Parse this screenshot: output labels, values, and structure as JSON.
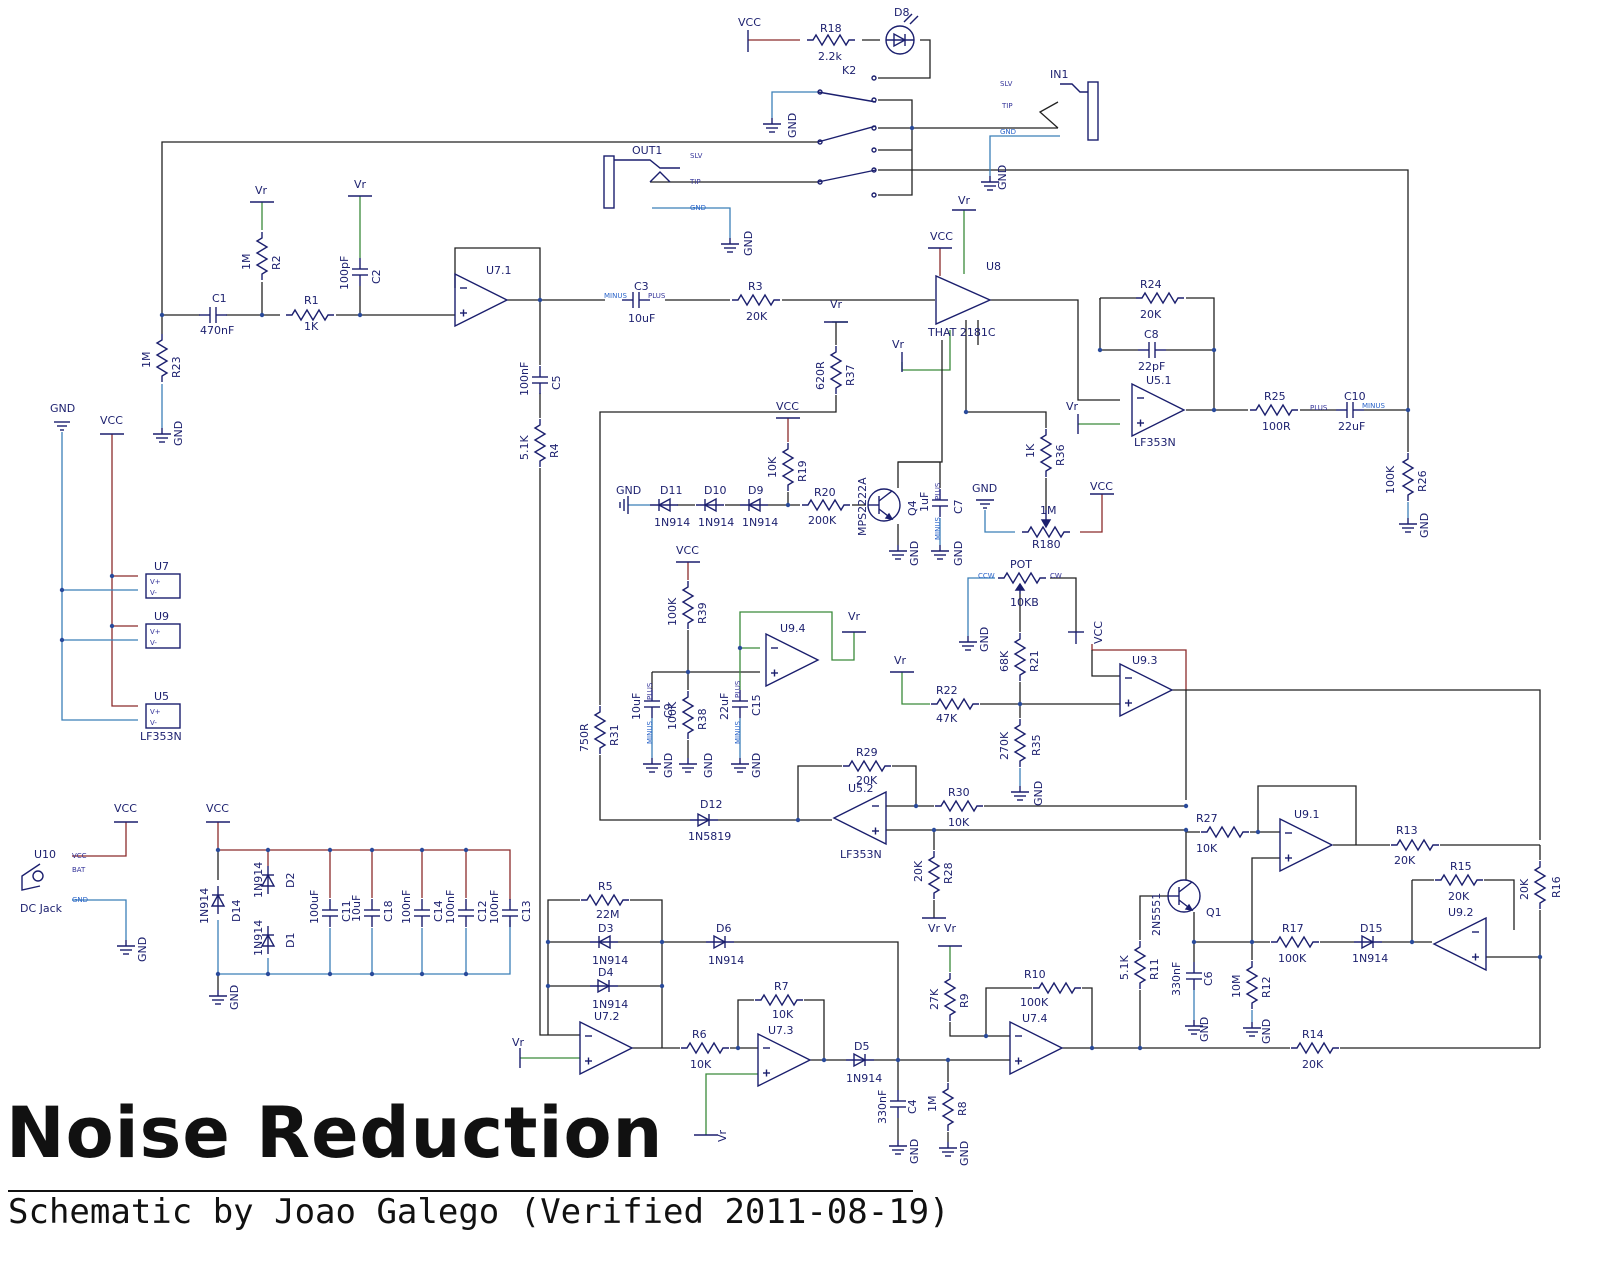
{
  "title": "Noise Reduction",
  "subtitle": "Schematic by Joao Galego (Verified 2011-08-19)",
  "nets": {
    "vcc": "VCC",
    "gnd": "GND",
    "vr": "Vr"
  },
  "colors": {
    "wire": "#222222",
    "power": "#8b2b2b",
    "ground_net": "#3a8a3a",
    "supply_net": "#3b7fb8",
    "symbol": "#1b1f6e"
  },
  "pins": {
    "plus": "PLUS",
    "minus": "MINUS",
    "tip": "TIP",
    "slv": "SLV",
    "gnd": "GND",
    "ccw": "CCW",
    "cw": "CW",
    "bat": "BAT",
    "vcc": "VCC"
  },
  "parts": {
    "r18": {
      "ref": "R18",
      "val": "2.2k"
    },
    "d8": {
      "ref": "D8"
    },
    "k2": {
      "ref": "K2"
    },
    "in1": {
      "ref": "IN1"
    },
    "out1": {
      "ref": "OUT1"
    },
    "c1": {
      "ref": "C1",
      "val": "470nF"
    },
    "r1": {
      "ref": "R1",
      "val": "1K"
    },
    "r2": {
      "ref": "R2",
      "val": "1M"
    },
    "c2": {
      "ref": "C2",
      "val": "100pF"
    },
    "r23": {
      "ref": "R23",
      "val": "1M"
    },
    "u7_1": {
      "ref": "U7.1"
    },
    "c3": {
      "ref": "C3",
      "val": "10uF"
    },
    "r3": {
      "ref": "R3",
      "val": "20K"
    },
    "c5": {
      "ref": "C5",
      "val": "100nF"
    },
    "r4": {
      "ref": "R4",
      "val": "5.1K"
    },
    "u8": {
      "ref": "U8",
      "val": "THAT 2181C"
    },
    "r37": {
      "ref": "R37",
      "val": "620R"
    },
    "r24": {
      "ref": "R24",
      "val": "20K"
    },
    "c8": {
      "ref": "C8",
      "val": "22pF"
    },
    "u5_1": {
      "ref": "U5.1",
      "val": "LF353N"
    },
    "r25": {
      "ref": "R25",
      "val": "100R"
    },
    "c10": {
      "ref": "C10",
      "val": "22uF"
    },
    "r26": {
      "ref": "R26",
      "val": "100K"
    },
    "r36": {
      "ref": "R36",
      "val": "1K"
    },
    "r180": {
      "ref": "R180",
      "val": "1M"
    },
    "r19": {
      "ref": "R19",
      "val": "10K"
    },
    "d11": {
      "ref": "D11",
      "val": "1N914"
    },
    "d10": {
      "ref": "D10",
      "val": "1N914"
    },
    "d9": {
      "ref": "D9",
      "val": "1N914"
    },
    "r20": {
      "ref": "R20",
      "val": "200K"
    },
    "q4": {
      "ref": "Q4",
      "val": "MPS2222A"
    },
    "c7": {
      "ref": "C7",
      "val": "1uF"
    },
    "pot": {
      "ref": "POT",
      "val": "10KB"
    },
    "r21": {
      "ref": "R21",
      "val": "68K"
    },
    "r22": {
      "ref": "R22",
      "val": "47K"
    },
    "r35": {
      "ref": "R35",
      "val": "270K"
    },
    "u9_3": {
      "ref": "U9.3"
    },
    "r39": {
      "ref": "R39",
      "val": "100K"
    },
    "u9_4": {
      "ref": "U9.4"
    },
    "c9": {
      "ref": "C9",
      "val": "10uF"
    },
    "r38": {
      "ref": "R38",
      "val": "100K"
    },
    "c15": {
      "ref": "C15",
      "val": "22uF"
    },
    "r31": {
      "ref": "R31",
      "val": "750R"
    },
    "r29": {
      "ref": "R29",
      "val": "20K"
    },
    "u5_2": {
      "ref": "U5.2",
      "val": "LF353N"
    },
    "r30": {
      "ref": "R30",
      "val": "10K"
    },
    "d12": {
      "ref": "D12",
      "val": "1N5819"
    },
    "r27": {
      "ref": "R27",
      "val": "10K"
    },
    "u9_1": {
      "ref": "U9.1"
    },
    "r13": {
      "ref": "R13",
      "val": "20K"
    },
    "r16": {
      "ref": "R16",
      "val": "20K"
    },
    "r15": {
      "ref": "R15",
      "val": "20K"
    },
    "u9_2": {
      "ref": "U9.2"
    },
    "r17": {
      "ref": "R17",
      "val": "100K"
    },
    "d15": {
      "ref": "D15",
      "val": "1N914"
    },
    "q1": {
      "ref": "Q1",
      "val": "2N5551"
    },
    "r11": {
      "ref": "R11",
      "val": "5.1K"
    },
    "c6": {
      "ref": "C6",
      "val": "330nF"
    },
    "r12": {
      "ref": "R12",
      "val": "10M"
    },
    "r14": {
      "ref": "R14",
      "val": "20K"
    },
    "r28": {
      "ref": "R28",
      "val": "20K"
    },
    "r9": {
      "ref": "R9",
      "val": "27K"
    },
    "r10": {
      "ref": "R10",
      "val": "100K"
    },
    "u7_4": {
      "ref": "U7.4"
    },
    "r8": {
      "ref": "R8",
      "val": "1M"
    },
    "c4": {
      "ref": "C4",
      "val": "330nF"
    },
    "d5": {
      "ref": "D5",
      "val": "1N914"
    },
    "r7": {
      "ref": "R7",
      "val": "10K"
    },
    "u7_3": {
      "ref": "U7.3"
    },
    "r6": {
      "ref": "R6",
      "val": "10K"
    },
    "u7_2": {
      "ref": "U7.2"
    },
    "r5": {
      "ref": "R5",
      "val": "22M"
    },
    "d3": {
      "ref": "D3",
      "val": "1N914"
    },
    "d4": {
      "ref": "D4",
      "val": "1N914"
    },
    "d6": {
      "ref": "D6",
      "val": "1N914"
    },
    "u7": {
      "ref": "U7"
    },
    "u9": {
      "ref": "U9"
    },
    "u5": {
      "ref": "U5",
      "val": "LF353N"
    },
    "u10": {
      "ref": "U10",
      "val": "DC Jack"
    },
    "d14": {
      "ref": "D14",
      "val": "1N914"
    },
    "d2": {
      "ref": "D2",
      "val": "1N914"
    },
    "d1": {
      "ref": "D1",
      "val": "1N914"
    },
    "c11": {
      "ref": "C11",
      "val": "100uF"
    },
    "c18": {
      "ref": "C18",
      "val": "10uF"
    },
    "c14": {
      "ref": "C14",
      "val": "100nF"
    },
    "c12": {
      "ref": "C12",
      "val": "100nF"
    },
    "c13": {
      "ref": "C13",
      "val": "100nF"
    }
  }
}
